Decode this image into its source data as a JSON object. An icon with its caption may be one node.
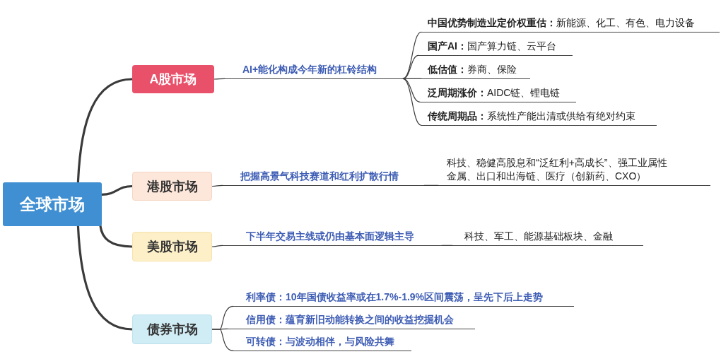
{
  "diagram": {
    "nodes": [
      {
        "text": [
          "全球市场"
        ]
      },
      {
        "text": [
          "A股市场"
        ]
      },
      {
        "text": [
          "AI+能化构成今年新的杠铃结构"
        ]
      },
      {
        "text": [
          "**中国优势制造业定价权重估：**新能源、化工、有色、电力设备"
        ]
      },
      {
        "text": [
          "**国产AI：**国产算力链、云平台"
        ]
      },
      {
        "text": [
          "**低估值：**券商、保险"
        ]
      },
      {
        "text": [
          "**泛周期涨价：**AIDC链、锂电链"
        ]
      },
      {
        "text": [
          "**传统周期品：**系统性产能出清或供给有绝对约束"
        ]
      },
      {
        "text": [
          "港股市场"
        ]
      },
      {
        "text": [
          "把握高景气科技赛道和红利扩散行情"
        ]
      },
      {
        "text": [
          "科技、稳健高股息和“泛红利+高成长”、强工业属性金属、出口和出海链、医疗（创新药、CXO）"
        ]
      },
      {
        "text": [
          "美股市场"
        ]
      },
      {
        "text": [
          "下半年交易主线或仍由基本面逻辑主导"
        ]
      },
      {
        "text": [
          "科技、军工、能源基础板块、金融"
        ]
      },
      {
        "text": [
          "债券市场"
        ]
      },
      {
        "text": [
          "利率债：10年国债收益率或在1.7%-1.9%区间震荡，呈先下后上走势"
        ]
      },
      {
        "text": [
          "信用债：蕴育新旧动能转换之间的收益挖掘机会"
        ]
      },
      {
        "text": [
          "可转债：与波动相伴，与风险共舞"
        ]
      }
    ],
    "edges": [
      {
        "from": 0,
        "to": 1,
        "arrow": "none",
        "style": "thick"
      },
      {
        "from": 0,
        "to": 8,
        "arrow": "none",
        "style": "thick"
      },
      {
        "from": 0,
        "to": 11,
        "arrow": "none",
        "style": "thick"
      },
      {
        "from": 0,
        "to": 14,
        "arrow": "none",
        "style": "thick"
      },
      {
        "from": 1,
        "to": 2,
        "arrow": "none"
      },
      {
        "from": 2,
        "to": 3,
        "arrow": "none"
      },
      {
        "from": 2,
        "to": 4,
        "arrow": "none"
      },
      {
        "from": 2,
        "to": 5,
        "arrow": "none"
      },
      {
        "from": 2,
        "to": 6,
        "arrow": "none"
      },
      {
        "from": 2,
        "to": 7,
        "arrow": "none"
      },
      {
        "from": 8,
        "to": 9,
        "arrow": "none"
      },
      {
        "from": 9,
        "to": 10,
        "arrow": "none"
      },
      {
        "from": 11,
        "to": 12,
        "arrow": "none"
      },
      {
        "from": 12,
        "to": 13,
        "arrow": "none"
      },
      {
        "from": 14,
        "to": 15,
        "arrow": "none"
      },
      {
        "from": 14,
        "to": 16,
        "arrow": "none"
      },
      {
        "from": 14,
        "to": 17,
        "arrow": "none"
      }
    ]
  }
}
